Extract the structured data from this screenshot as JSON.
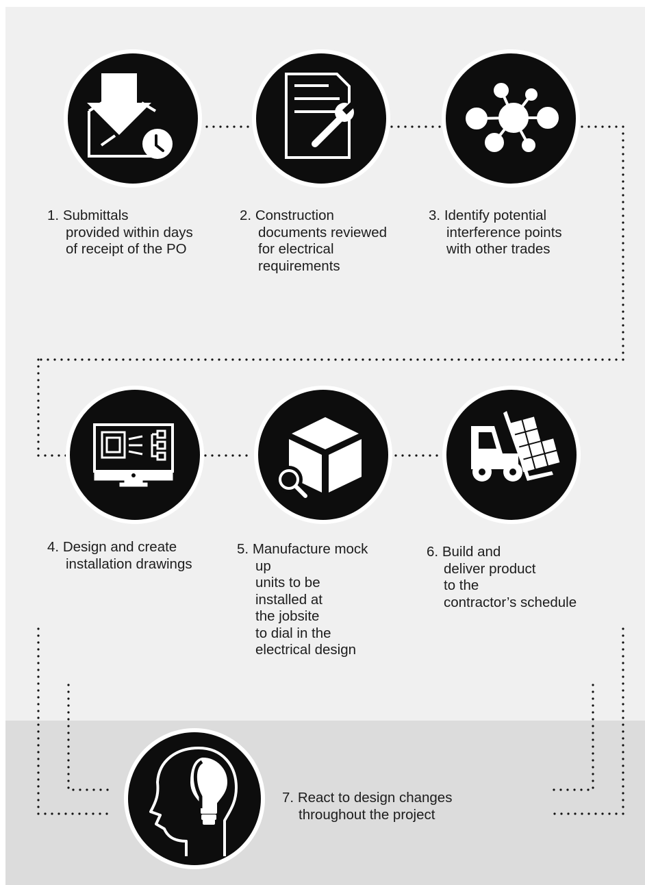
{
  "steps": [
    {
      "number": "1.",
      "lines": [
        "Submittals",
        "provided within days",
        "of receipt of the PO"
      ],
      "icon": "mail-download-clock-icon"
    },
    {
      "number": "2.",
      "lines": [
        "Construction",
        "documents reviewed",
        "for electrical",
        "requirements"
      ],
      "icon": "document-wrench-icon"
    },
    {
      "number": "3.",
      "lines": [
        "Identify potential",
        "interference points",
        "with other trades"
      ],
      "icon": "network-hub-icon"
    },
    {
      "number": "4.",
      "lines": [
        "Design and create",
        "installation drawings"
      ],
      "icon": "monitor-diagram-icon"
    },
    {
      "number": "5.",
      "lines": [
        "Manufacture mock",
        "up",
        "units to be",
        "installed at",
        "the jobsite",
        "to dial in the",
        "electrical design"
      ],
      "icon": "box-magnifier-icon"
    },
    {
      "number": "6.",
      "lines": [
        "Build and",
        "deliver product",
        "to the",
        "contractor’s schedule"
      ],
      "icon": "forklift-icon"
    },
    {
      "number": "7.",
      "lines": [
        "React to design changes",
        "throughout the project"
      ],
      "icon": "head-lightbulb-icon"
    }
  ],
  "colors": {
    "circle": "#0d0d0d",
    "ring": "#ffffff",
    "dots": "#111111",
    "background_top": "#f0f0f0",
    "background_bottom": "#dcdcdc",
    "text": "#1c1c1c"
  }
}
